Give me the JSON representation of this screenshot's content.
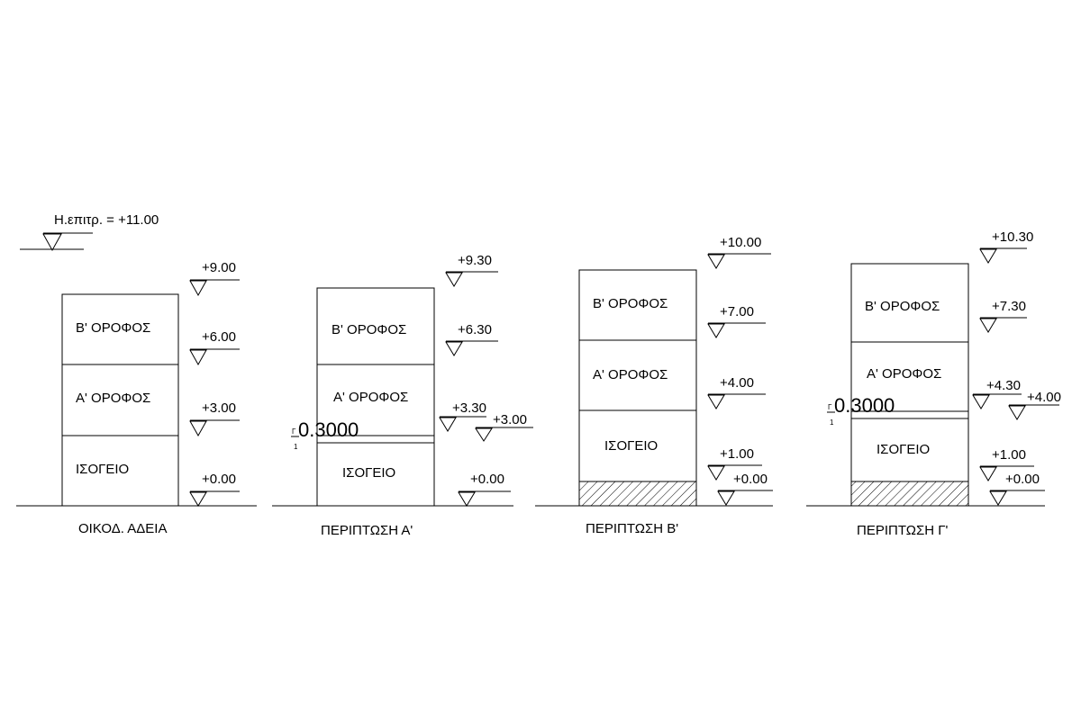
{
  "permitted_height": "Η.επιτρ. = +11.00",
  "sections": [
    {
      "caption": "ΟΙΚΟΔ. ΑΔΕΙΑ",
      "floors": [
        "Β' ΟΡΟΦΟΣ",
        "Α' ΟΡΟΦΟΣ",
        "ΙΣΟΓΕΙΟ"
      ],
      "levels": [
        "+9.00",
        "+6.00",
        "+3.00",
        "+0.00"
      ]
    },
    {
      "caption": "ΠΕΡΙΠΤΩΣΗ Α'",
      "floors": [
        "Β' ΟΡΟΦΟΣ",
        "Α' ΟΡΟΦΟΣ",
        "ΙΣΟΓΕΙΟ"
      ],
      "levels": [
        "+9.30",
        "+6.30",
        "+3.30",
        "+3.00",
        "+0.00"
      ],
      "dimension": "0.3000",
      "dim_marks": [
        "Γ",
        "1"
      ]
    },
    {
      "caption": "ΠΕΡΙΠΤΩΣΗ Β'",
      "floors": [
        "Β' ΟΡΟΦΟΣ",
        "Α' ΟΡΟΦΟΣ",
        "ΙΣΟΓΕΙΟ"
      ],
      "levels": [
        "+10.00",
        "+7.00",
        "+4.00",
        "+1.00",
        "+0.00"
      ]
    },
    {
      "caption": "ΠΕΡΙΠΤΩΣΗ Γ'",
      "floors": [
        "Β' ΟΡΟΦΟΣ",
        "Α' ΟΡΟΦΟΣ",
        "ΙΣΟΓΕΙΟ"
      ],
      "levels": [
        "+10.30",
        "+7.30",
        "+4.30",
        "+4.00",
        "+1.00",
        "+0.00"
      ],
      "dimension": "0.3000",
      "dim_marks": [
        "Γ",
        "1"
      ]
    }
  ]
}
